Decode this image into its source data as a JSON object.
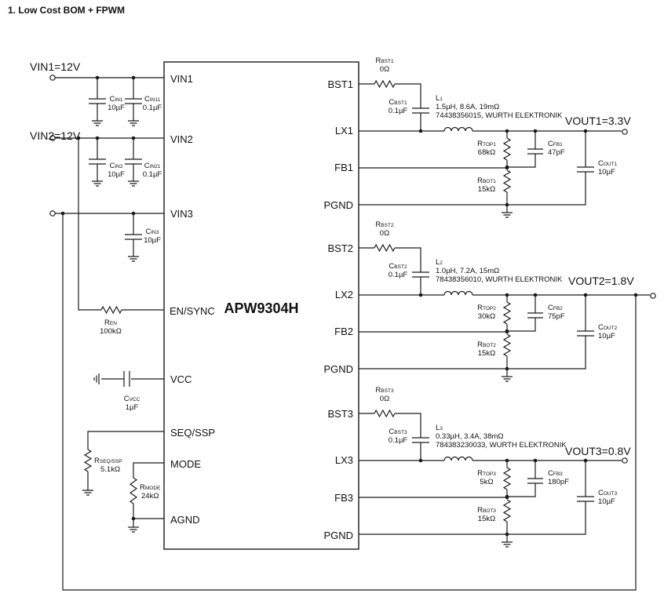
{
  "title": "1. Low Cost BOM + FPWM",
  "chip": "APW9304H",
  "left_pins": [
    "VIN1",
    "VIN2",
    "VIN3",
    "EN/SYNC",
    "VCC",
    "SEQ/SSP",
    "MODE",
    "AGND"
  ],
  "right_pins": [
    "BST1",
    "LX1",
    "FB1",
    "PGND",
    "BST2",
    "LX2",
    "FB2",
    "PGND",
    "BST3",
    "LX3",
    "FB3",
    "PGND"
  ],
  "nets": {
    "vin1": "VIN1=12V",
    "vin2": "VIN2=12V",
    "vout1": "VOUT1=3.3V",
    "vout2": "VOUT2=1.8V",
    "vout3": "VOUT3=0.8V"
  },
  "components": {
    "cin1": {
      "name": "C",
      "sub": "IN1",
      "value": "10µF"
    },
    "cin11": {
      "name": "C",
      "sub": "IN11",
      "value": "0.1µF"
    },
    "cin2": {
      "name": "C",
      "sub": "IN2",
      "value": "10µF"
    },
    "cin21": {
      "name": "C",
      "sub": "IN21",
      "value": "0.1µF"
    },
    "cin3": {
      "name": "C",
      "sub": "IN3",
      "value": "10µF"
    },
    "ren": {
      "name": "R",
      "sub": "EN",
      "value": "100kΩ"
    },
    "cvcc": {
      "name": "C",
      "sub": "VCC",
      "value": "1µF"
    },
    "rseq": {
      "name": "R",
      "sub": "SEQ/SSP",
      "value": "5.1kΩ"
    },
    "rmode": {
      "name": "R",
      "sub": "MODE",
      "value": "24kΩ"
    }
  },
  "channels": [
    {
      "rbst": {
        "name": "R",
        "sub": "BST1",
        "value": "0Ω"
      },
      "cbst": {
        "name": "C",
        "sub": "BST1",
        "value": "0.1µF"
      },
      "inductor": {
        "name": "L",
        "sub": "1",
        "spec": "1.5µH, 8.6A, 19mΩ",
        "part": "74438356015, WURTH ELEKTRONIK"
      },
      "rtop": {
        "name": "R",
        "sub": "TOP1",
        "value": "68kΩ"
      },
      "rbot": {
        "name": "R",
        "sub": "BOT1",
        "value": "15kΩ"
      },
      "cfb": {
        "name": "C",
        "sub": "FB1",
        "value": "47pF"
      },
      "cout": {
        "name": "C",
        "sub": "OUT1",
        "value": "10µF"
      }
    },
    {
      "rbst": {
        "name": "R",
        "sub": "BST2",
        "value": "0Ω"
      },
      "cbst": {
        "name": "C",
        "sub": "BST2",
        "value": "0.1µF"
      },
      "inductor": {
        "name": "L",
        "sub": "2",
        "spec": "1.0µH, 7.2A, 15mΩ",
        "part": "78438356010, WURTH ELEKTRONIK"
      },
      "rtop": {
        "name": "R",
        "sub": "TOP2",
        "value": "30kΩ"
      },
      "rbot": {
        "name": "R",
        "sub": "BOT2",
        "value": "15kΩ"
      },
      "cfb": {
        "name": "C",
        "sub": "FB2",
        "value": "75pF"
      },
      "cout": {
        "name": "C",
        "sub": "OUT2",
        "value": "10µF"
      }
    },
    {
      "rbst": {
        "name": "R",
        "sub": "BST3",
        "value": "0Ω"
      },
      "cbst": {
        "name": "C",
        "sub": "BST3",
        "value": "0.1µF"
      },
      "inductor": {
        "name": "L",
        "sub": "3",
        "spec": "0.33µH, 3.4A, 38mΩ",
        "part": "784383230033, WURTH ELEKTRONIK"
      },
      "rtop": {
        "name": "R",
        "sub": "TOP3",
        "value": "5kΩ"
      },
      "rbot": {
        "name": "R",
        "sub": "BOT3",
        "value": "15kΩ"
      },
      "cfb": {
        "name": "C",
        "sub": "FB3",
        "value": "180pF"
      },
      "cout": {
        "name": "C",
        "sub": "OUT3",
        "value": "10µF"
      }
    }
  ]
}
